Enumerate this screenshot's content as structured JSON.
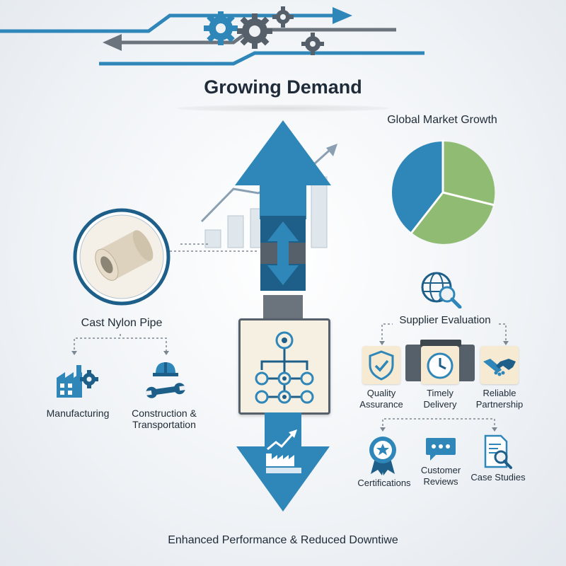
{
  "title": "Growing Demand",
  "footer": "Enhanced Performance & Reduced Downtiwe",
  "colors": {
    "blue": "#2f86b8",
    "dark_blue": "#1e5f8a",
    "green": "#8fbc72",
    "slate": "#56606a",
    "cream": "#f6ead3",
    "text": "#1e2a36"
  },
  "market": {
    "label": "Global Market Growth",
    "chart_icon": "pie-chart-icon"
  },
  "product": {
    "label": "Cast Nylon Pipe",
    "icon": "nylon-pipe-icon"
  },
  "applications": [
    {
      "label_lines": [
        "Manufacturing"
      ],
      "icon": "factory-gear-icon"
    },
    {
      "label_lines": [
        "Construction &",
        "Transportation"
      ],
      "icon": "helmet-wrench-icon"
    }
  ],
  "supplier": {
    "label": "Supplier Evaluation",
    "icon": "globe-search-icon",
    "criteria": [
      {
        "label_lines": [
          "Quality",
          "Assurance"
        ],
        "icon": "shield-check-icon"
      },
      {
        "label_lines": [
          "Timely",
          "Delivery"
        ],
        "icon": "clock-icon"
      },
      {
        "label_lines": [
          "Reliable",
          "Partnership"
        ],
        "icon": "handshake-icon"
      }
    ],
    "evidence": [
      {
        "label_lines": [
          "Certifications"
        ],
        "icon": "award-badge-icon"
      },
      {
        "label_lines": [
          "Customer",
          "Reviews"
        ],
        "icon": "review-bubble-icon"
      },
      {
        "label_lines": [
          "Case Studies"
        ],
        "icon": "document-search-icon"
      }
    ]
  },
  "center": {
    "network_icon": "process-network-icon",
    "factory_icon": "factory-growth-icon",
    "vertical_arrow_icon": "double-arrow-icon"
  }
}
